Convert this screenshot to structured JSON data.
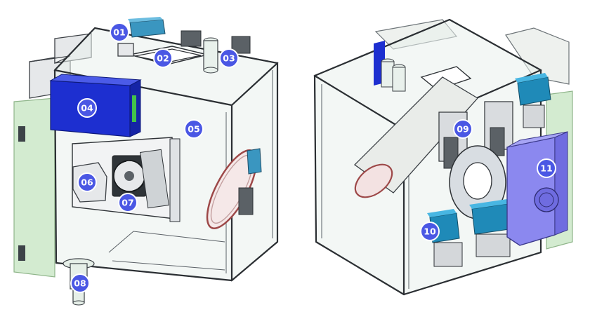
{
  "colors": {
    "badge_fill": "#4a57e4",
    "blue_unit": "#1d2fd0",
    "teal_block": "#3a96c0",
    "purple_box": "#8b88ef",
    "green_panel": "#d3ebd0"
  },
  "badges": [
    {
      "id": "b01",
      "label": "01"
    },
    {
      "id": "b02",
      "label": "02"
    },
    {
      "id": "b03",
      "label": "03"
    },
    {
      "id": "b04",
      "label": "04"
    },
    {
      "id": "b05",
      "label": "05"
    },
    {
      "id": "b06",
      "label": "06"
    },
    {
      "id": "b07",
      "label": "07"
    },
    {
      "id": "b08",
      "label": "08"
    },
    {
      "id": "b09",
      "label": "09"
    },
    {
      "id": "b10",
      "label": "10"
    },
    {
      "id": "b11",
      "label": "11"
    }
  ]
}
